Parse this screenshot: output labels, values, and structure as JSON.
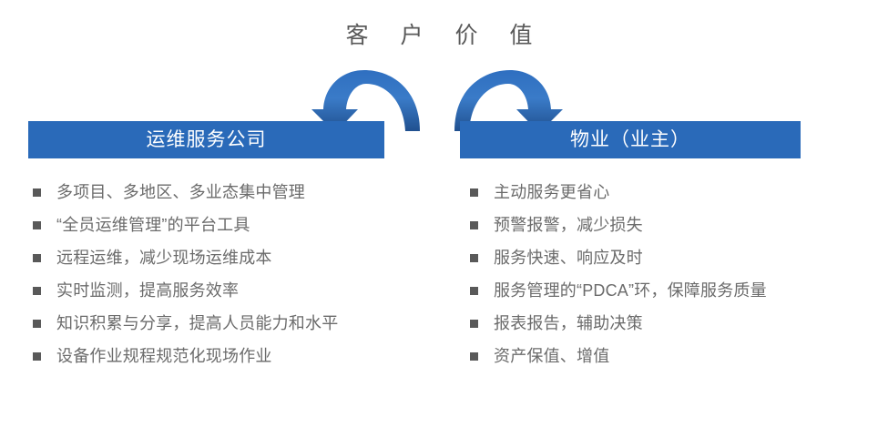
{
  "slide": {
    "title": "客 户 价 值",
    "title_color": "#5a5a5a",
    "background": "#ffffff",
    "accent_blue": "#2a6ab9",
    "bullet_color": "#595959",
    "body_text_color": "#6b6b6b"
  },
  "arrows": {
    "left_arrow_name": "curved-arrow-to-left-box",
    "right_arrow_name": "curved-arrow-to-right-box",
    "color_light": "#3a7bc8",
    "color_dark": "#1f4e8c"
  },
  "columns": [
    {
      "id": "service-company",
      "header": "运维服务公司",
      "items": [
        "多项目、多地区、多业态集中管理",
        "“全员运维管理”的平台工具",
        "远程运维，减少现场运维成本",
        "实时监测，提高服务效率",
        "知识积累与分享，提高人员能力和水平",
        "设备作业规程规范化现场作业"
      ]
    },
    {
      "id": "property-owner",
      "header": "物业（业主）",
      "items": [
        "主动服务更省心",
        "预警报警，减少损失",
        "服务快速、响应及时",
        "服务管理的“PDCA”环，保障服务质量",
        "报表报告，辅助决策",
        "资产保值、增值"
      ]
    }
  ]
}
